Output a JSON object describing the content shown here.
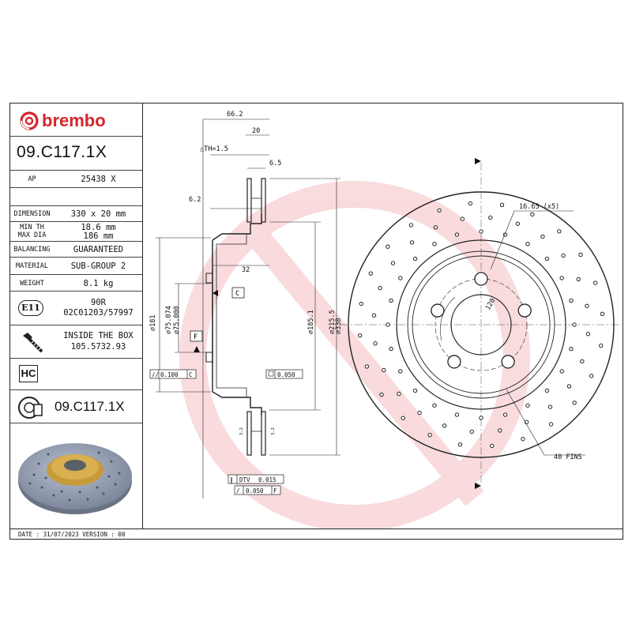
{
  "brand": {
    "name": "brembo"
  },
  "part_number": "09.C117.1X",
  "spec_table": {
    "ap": {
      "label": "AP",
      "value": "25438 X"
    },
    "dimension": {
      "label": "DIMENSION",
      "value": "330 x 20 mm"
    },
    "min_th": {
      "label": "MIN TH",
      "value": "18.6 mm"
    },
    "max_dia": {
      "label": "MAX DIA",
      "value": "186 mm"
    },
    "balancing": {
      "label": "BALANCING",
      "value": "GUARANTEED"
    },
    "material": {
      "label": "MATERIAL",
      "value": "SUB-GROUP 2"
    },
    "weight": {
      "label": "WEIGHT",
      "value": "8.1 kg"
    },
    "approval": {
      "mark": "E11",
      "line1": "90R",
      "line2": "02C01203/57997"
    },
    "inside_box": {
      "line1": "INSIDE THE BOX",
      "line2": "105.5732.93"
    },
    "hc_mark": "HC",
    "bottom_part_number": "09.C117.1X"
  },
  "dimensions": {
    "width_total": "66.2",
    "width_20": "20",
    "th": "△TH=1.5",
    "d_6_5": "6.5",
    "d_6_2": "6.2",
    "d_32": "32",
    "dia_181": "⌀181",
    "dia_75_074": "⌀75.074",
    "dia_75_000": "⌀75.000",
    "dia_185_1": "⌀185.1",
    "dia_215_5": "⌀215.5",
    "dia_330": "⌀330",
    "datum_c": "C",
    "datum_f": "F",
    "tol_parallel": "0.100",
    "tol_parallel_ref": "C",
    "tol_flat": "0.050",
    "dtv_label": "DTV",
    "dtv_value": "0.015",
    "runout": "0.050",
    "runout_ref": "F",
    "roughness_left": "3.2",
    "roughness_right": "3.2",
    "bolt_holes": "16.65 (x5)",
    "pcd": "120",
    "fins": "40 FINS"
  },
  "footer": {
    "text": "DATE : 31/07/2023 VERSION : 00"
  },
  "colors": {
    "brand_red": "#d4252c",
    "watermark": "#f3c6c8",
    "line": "#222222"
  }
}
